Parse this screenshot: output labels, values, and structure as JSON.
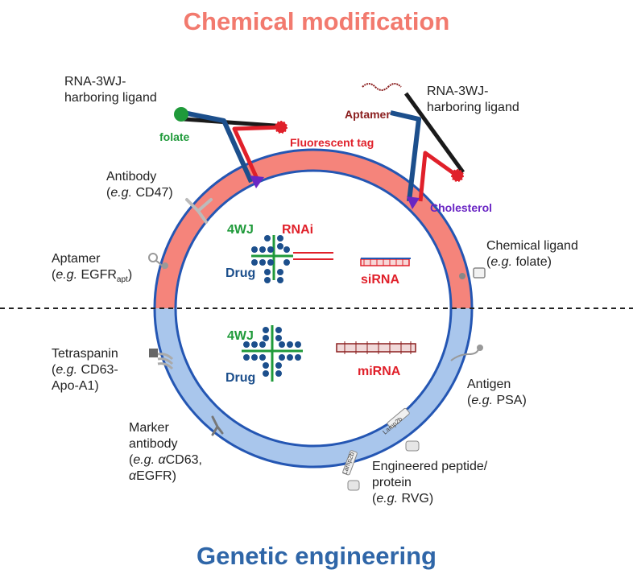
{
  "titles": {
    "top": "Chemical modification",
    "bottom": "Genetic engineering"
  },
  "colors": {
    "top_title": "#f27a6e",
    "bottom_title": "#2f66a8",
    "top_ring": "#f5847b",
    "bottom_ring": "#a9c6ec",
    "ring_outline": "#2456b3",
    "rna_blue": "#1c4f8c",
    "rna_red": "#e0202a",
    "rna_black": "#1a1a1a",
    "green": "#1f9a3a",
    "purple": "#6a26c4",
    "aptamer_brown": "#8b1f1f"
  },
  "ligand_left": {
    "line1": "RNA-3WJ-",
    "line2": "harboring ligand",
    "folate": "folate",
    "fluorescent": "Fluorescent tag"
  },
  "ligand_right": {
    "line1": "RNA-3WJ-",
    "line2": "harboring ligand",
    "aptamer": "Aptamer",
    "cholesterol": "Cholesterol"
  },
  "left_labels": {
    "antibody_title": "Antibody",
    "antibody_eg": "e.g.",
    "antibody_ex": " CD47)",
    "aptamer_title": "Aptamer",
    "aptamer_eg": "e.g.",
    "aptamer_ex": " EGFR",
    "aptamer_sub": "apt",
    "tetra_title": "Tetraspanin",
    "tetra_eg": "e.g.",
    "tetra_ex": " CD63-",
    "tetra_line3": "Apo-A1)",
    "marker_l1": "Marker",
    "marker_l2": "antibody",
    "marker_eg": "e.g. α",
    "marker_ex": "CD63,",
    "marker_a": "α",
    "marker_l4": "EGFR)"
  },
  "right_labels": {
    "chem_title": "Chemical ligand",
    "chem_eg": "e.g.",
    "chem_ex": " folate)",
    "antigen_title": "Antigen",
    "antigen_eg": "e.g.",
    "antigen_ex": " PSA)",
    "eng_l1": "Engineered peptide/",
    "eng_l2": "protein",
    "eng_eg": "e.g.",
    "eng_ex": " RVG)"
  },
  "inner": {
    "wj_top": "4WJ",
    "rnai": "RNAi",
    "drug_top": "Drug",
    "sirna": "siRNA",
    "wj_bottom": "4WJ",
    "drug_bottom": "Drug",
    "mirna": "miRNA"
  },
  "lamp": {
    "a": "Lamp2b",
    "b": "Lamp2b"
  }
}
